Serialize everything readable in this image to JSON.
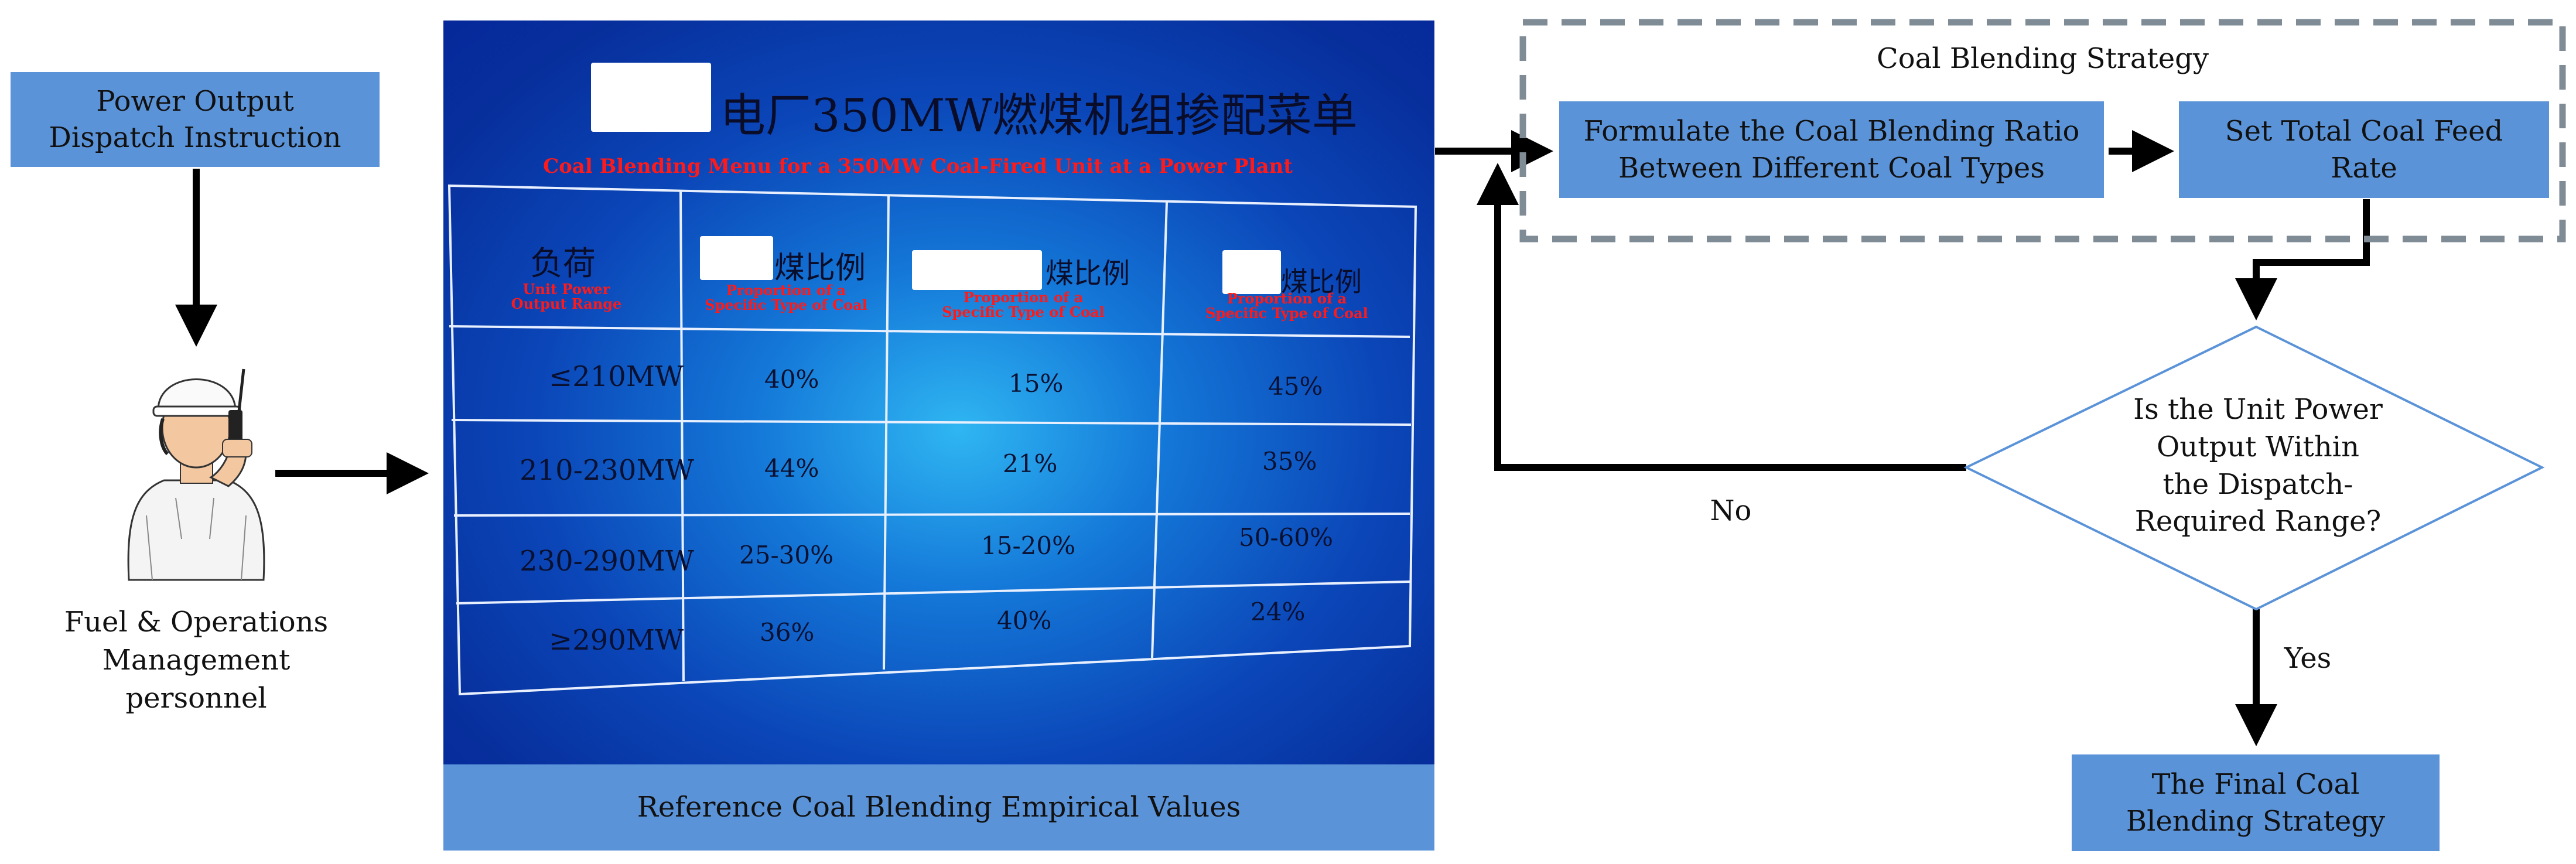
{
  "left": {
    "dispatch_box": [
      "Power Output",
      "Dispatch Instruction"
    ],
    "personnel_label": [
      "Fuel & Operations",
      "Management",
      "personnel"
    ]
  },
  "photo": {
    "title_cn": "电厂350MW燃煤机组掺配菜单",
    "title_en": "Coal Blending Menu for a 350MW Coal-Fired Unit at a Power Plant",
    "headers": [
      {
        "cn": "负荷",
        "en": [
          "Unit Power",
          "Output Range"
        ]
      },
      {
        "cn": "煤比例",
        "en": [
          "Proportion of a",
          "Specific Type of Coal"
        ]
      },
      {
        "cn": "煤比例",
        "en": [
          "Proportion of a",
          "Specific Type of Coal"
        ]
      },
      {
        "cn": "煤比例",
        "en": [
          "Proportion of a",
          "Specific Type of Coal"
        ]
      }
    ],
    "rows": [
      [
        "≤210MW",
        "40%",
        "15%",
        "45%"
      ],
      [
        "210-230MW",
        "44%",
        "21%",
        "35%"
      ],
      [
        "230-290MW",
        "25-30%",
        "15-20%",
        "50-60%"
      ],
      [
        "≥290MW",
        "36%",
        "40%",
        "24%"
      ]
    ],
    "caption": "Reference Coal Blending Empirical Values"
  },
  "strategy": {
    "group_title": "Coal Blending Strategy",
    "formulate_box": [
      "Formulate the Coal Blending Ratio",
      "Between Different Coal Types"
    ],
    "feed_box": [
      "Set Total Coal Feed",
      "Rate"
    ]
  },
  "decision": {
    "question": [
      "Is the Unit Power",
      "Output Within",
      "the Dispatch-",
      "Required Range?"
    ],
    "no_label": "No",
    "yes_label": "Yes"
  },
  "final_box": [
    "The Final Coal",
    "Blending Strategy"
  ],
  "colors": {
    "box_fill": "#5b93d9",
    "arrow": "#000000",
    "dashed_border": "#7f8c96",
    "diamond_stroke": "#5b93d9"
  }
}
